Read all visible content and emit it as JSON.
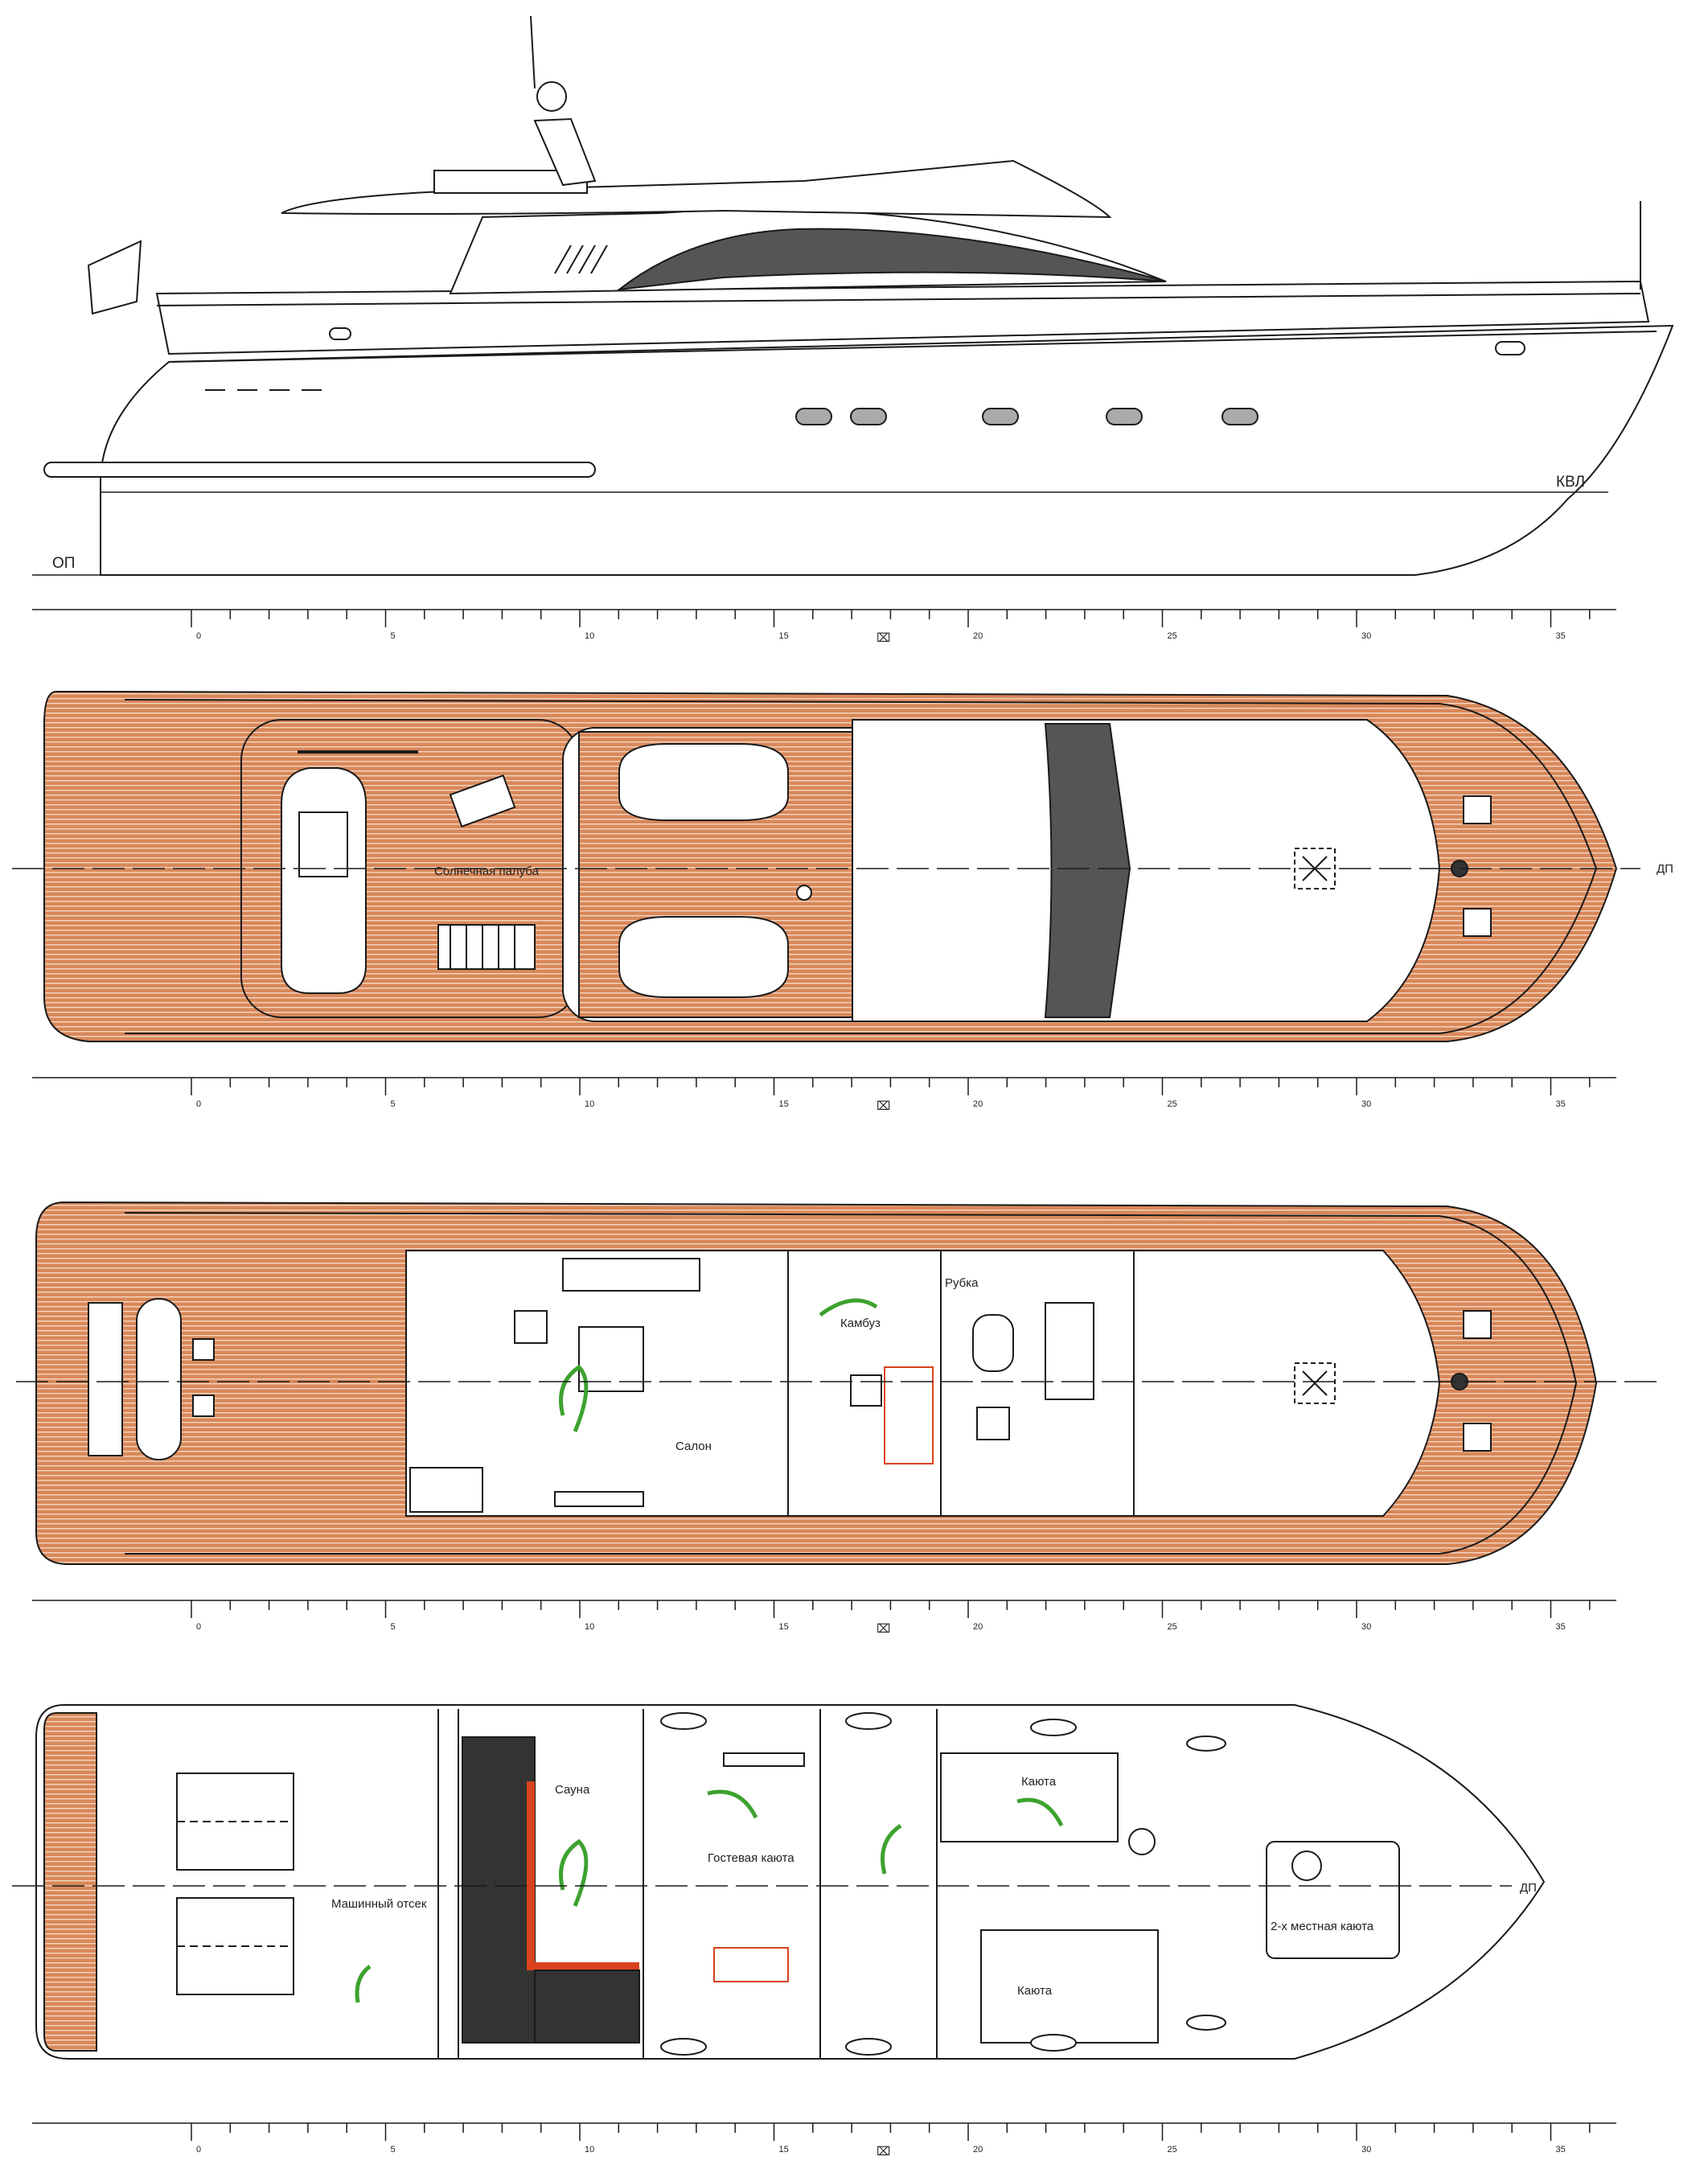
{
  "diagram": {
    "colors": {
      "line": "#1a1a1a",
      "deck_teak": "#d9885a",
      "deck_stripe": "#f3d7c2",
      "glass_dark": "#555555",
      "green_figure": "#3da22f",
      "red_accent": "#d9421c",
      "background": "#ffffff"
    },
    "profile": {
      "labels": {
        "waterline": "КВЛ",
        "baseline": "ОП"
      }
    },
    "scales": {
      "ticks": [
        "0",
        "5",
        "10",
        "15",
        "20",
        "25",
        "30",
        "35"
      ],
      "midship_symbol": "⌧"
    },
    "sun_deck": {
      "labels": {
        "sun_deck": "Солнечная палуба",
        "centerline": "ДП"
      }
    },
    "main_deck": {
      "labels": {
        "galley": "Камбуз",
        "wheelhouse": "Рубка",
        "salon": "Салон"
      }
    },
    "lower_deck": {
      "labels": {
        "sauna": "Сауна",
        "guest_cabin": "Гостевая каюта",
        "engine_room": "Машинный отсек",
        "cabin_top": "Каюта",
        "cabin_bottom": "Каюта",
        "double_cabin": "2-х местная каюта",
        "centerline": "ДП"
      }
    }
  }
}
